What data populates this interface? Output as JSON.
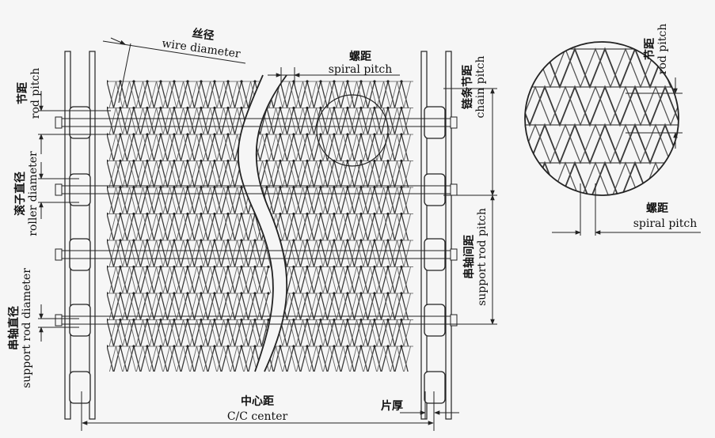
{
  "colors": {
    "line": "#222222",
    "wire": "#3a3a3a",
    "background": "#f6f6f6"
  },
  "labels": {
    "rod_pitch_cn": "节距",
    "rod_pitch_en": "rod pitch",
    "wire_diameter_cn": "丝径",
    "wire_diameter_en": "wire diameter",
    "spiral_pitch_cn": "螺距",
    "spiral_pitch_en": "spiral pitch",
    "chain_pitch_cn": "链条节距",
    "chain_pitch_en": "chain pitch",
    "roller_diameter_cn": "滚子直径",
    "roller_diameter_en": "roller diameter",
    "support_rod_diameter_cn": "串轴直径",
    "support_rod_diameter_en": "support rod diameter",
    "support_rod_pitch_cn": "串轴间距",
    "support_rod_pitch_en": "support rod pitch",
    "center_cn": "中心距",
    "center_en": "C/C center",
    "plate_thickness_cn": "片厚",
    "detail_rod_pitch_cn": "节距",
    "detail_rod_pitch_en": "rod pitch",
    "detail_spiral_pitch_cn": "螺距",
    "detail_spiral_pitch_en": "spiral pitch"
  }
}
